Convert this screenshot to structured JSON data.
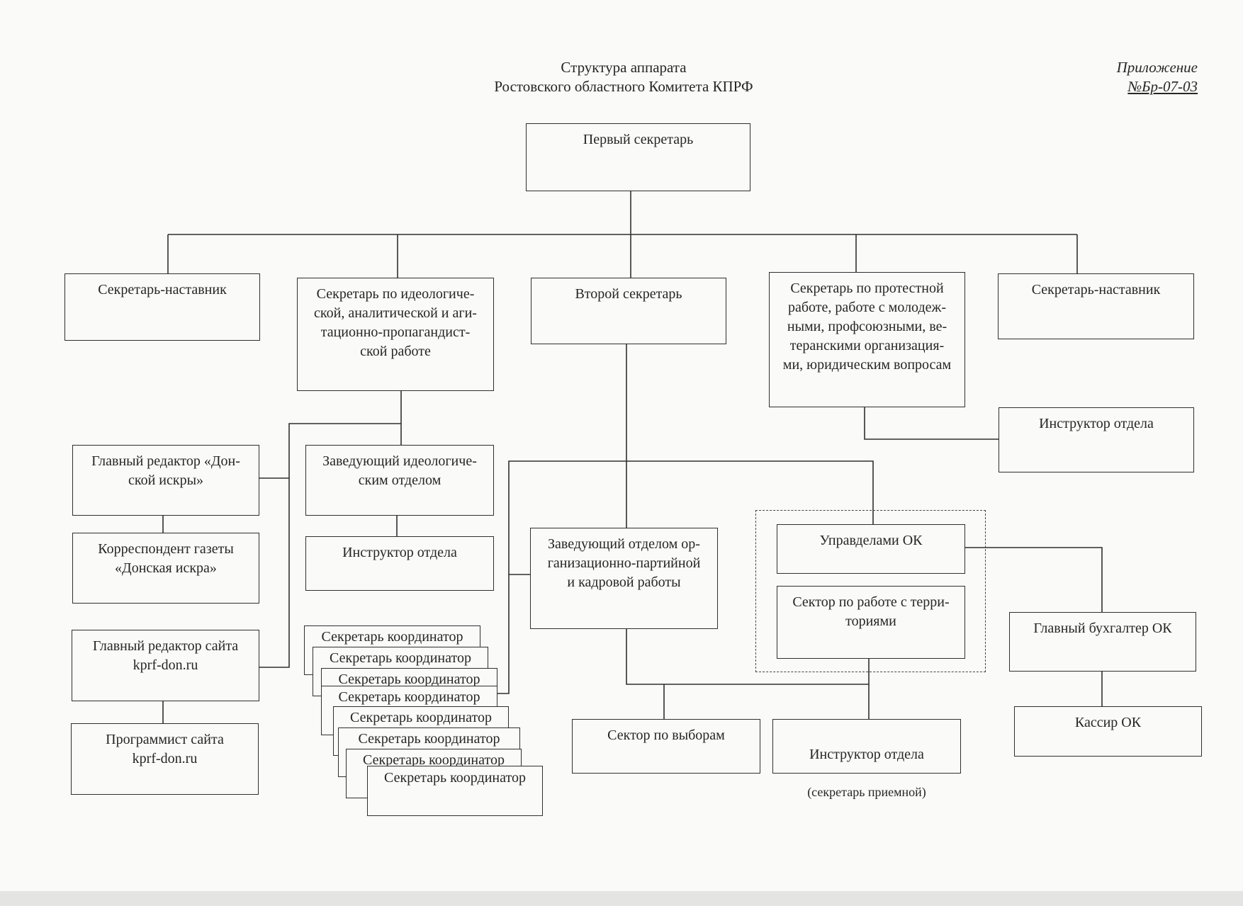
{
  "header": {
    "title_line1": "Структура аппарата",
    "title_line2": "Ростовского областного Комитета КПРФ",
    "annex_line1": "Приложение",
    "annex_line2": "№Бр-07-03"
  },
  "nodes": {
    "first_secretary": "Первый секретарь",
    "mentor_left": "Секретарь-наставник",
    "ideology_secretary": "Секретарь по идеологиче-\nской, аналитической и аги-\nтационно-пропагандист-\nской работе",
    "second_secretary": "Второй секретарь",
    "protest_secretary": "Секретарь по протестной\nработе, работе с молодеж-\nными, профсоюзными, ве-\nтеранскими организация-\nми, юридическим вопросам",
    "mentor_right": "Секретарь-наставник",
    "instructor_right": "Инструктор отдела",
    "editor_don_iskra": "Главный редактор «Дон-\nской искры»",
    "ideology_head": "Заведующий идеологиче-\nским отделом",
    "correspondent": "Корреспондент газеты\n«Донская искра»",
    "ideology_instructor": "Инструктор отдела",
    "site_editor": "Главный редактор сайта\nkprf-don.ru",
    "site_programmer": "Программист сайта\nkprf-don.ru",
    "org_party_head": "Заведующий отделом ор-\nганизационно-партийной\nи кадровой работы",
    "affairs_manager": "Управделами ОК",
    "territory_sector": "Сектор по работе с терри-\nториями",
    "chief_accountant": "Главный бухгалтер ОК",
    "cashier": "Кассир ОК",
    "elections_sector": "Сектор по выборам",
    "reception_instructor": "Инструктор отдела",
    "reception_instructor_note": "(секретарь приемной)"
  },
  "coordinators": [
    "Секретарь координатор",
    "Секретарь координатор",
    "Секретарь координатор",
    "Секретарь координатор",
    "Секретарь координатор",
    "Секретарь координатор",
    "Секретарь координатор",
    "Секретарь координатор"
  ]
}
